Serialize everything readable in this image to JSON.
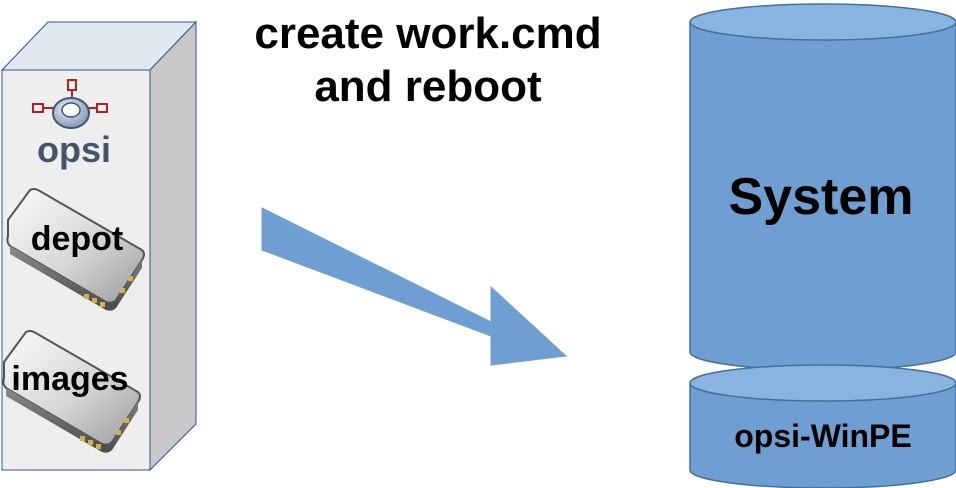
{
  "caption": {
    "line1": "create work.cmd",
    "line2": "and reboot"
  },
  "server": {
    "logo_text": "opsi",
    "disks": [
      {
        "label": "depot"
      },
      {
        "label": "images"
      }
    ]
  },
  "client": {
    "main_partition_label": "System",
    "boot_partition_label": "opsi-WinPE"
  },
  "icons": {
    "server": "server-tower-icon",
    "logo": "opsi-logo-icon",
    "disk": "hard-disk-icon",
    "arrow": "right-down-arrow-icon",
    "partition": "cylinder-partition-icon"
  },
  "colors": {
    "cylinder_fill": "#6f9fd2",
    "cylinder_stroke": "#41719c",
    "arrow_fill": "#6f9fd2",
    "server_front": "#eeeeee",
    "server_side": "#c8c8c8",
    "server_top": "#e2e8ef",
    "server_stroke": "#2f5597",
    "opsi_blue": "#44546a",
    "opsi_red": "#b22222"
  }
}
